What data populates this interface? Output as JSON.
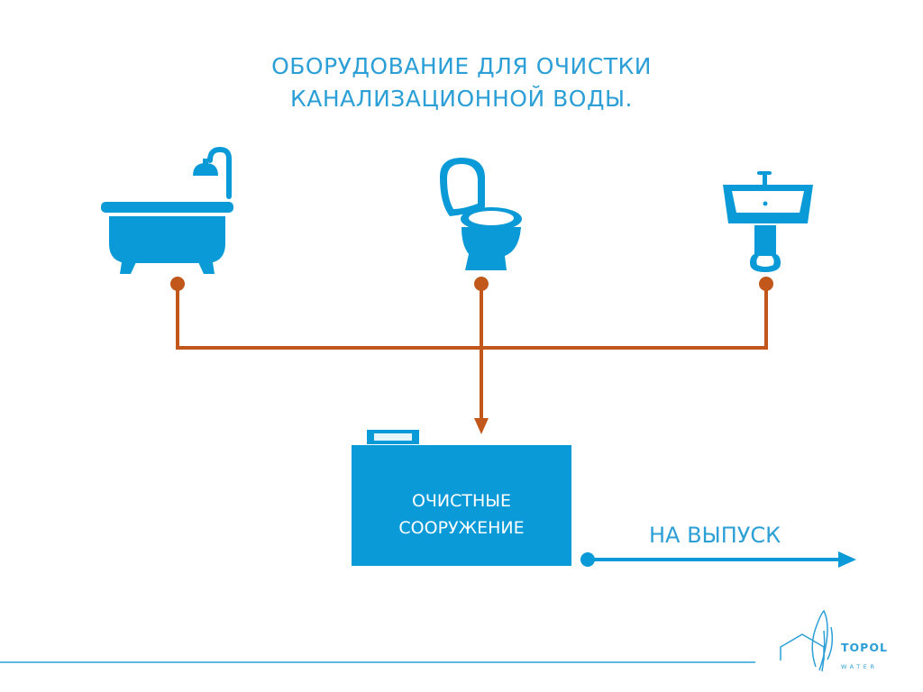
{
  "title": {
    "line1": "ОБОРУДОВАНИЕ ДЛЯ ОЧИСТКИ",
    "line2": "КАНАЛИЗАЦИОННОЙ  ВОДЫ."
  },
  "fixtures": [
    {
      "icon": "bathtub-icon"
    },
    {
      "icon": "toilet-icon"
    },
    {
      "icon": "sink-icon"
    }
  ],
  "tank": {
    "line1": "ОЧИСТНЫЕ",
    "line2": "СООРУЖЕНИЕ"
  },
  "outlet": {
    "label": "НА ВЫПУСК"
  },
  "brand": {
    "name": "TOPOL",
    "sub": "WATER"
  },
  "colors": {
    "blue": "#0a9ad7",
    "text_blue": "#2b9fd6",
    "pipe": "#c2571b",
    "footer_line": "#2b9fd6"
  }
}
